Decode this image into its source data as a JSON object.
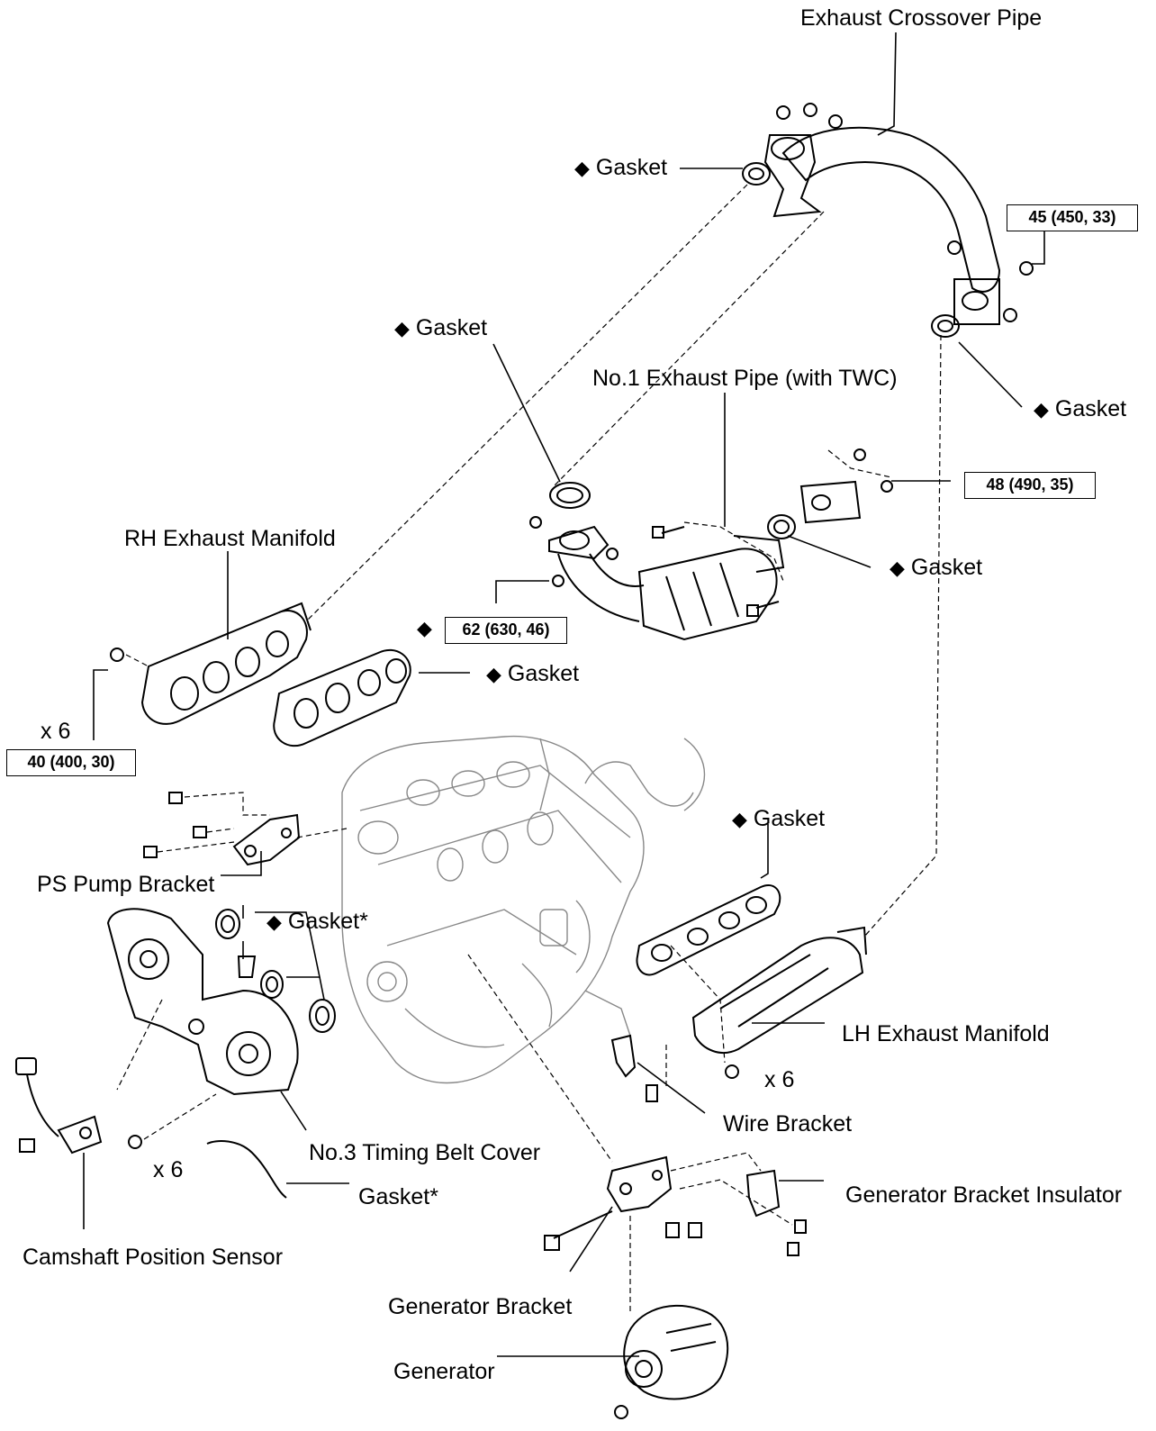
{
  "labels": {
    "exhaust_crossover_pipe": "Exhaust Crossover Pipe",
    "gasket": "Gasket",
    "gasket_star": "Gasket*",
    "no1_exhaust_pipe": "No.1 Exhaust Pipe (with TWC)",
    "rh_exhaust_manifold": "RH Exhaust Manifold",
    "lh_exhaust_manifold": "LH Exhaust Manifold",
    "ps_pump_bracket": "PS Pump Bracket",
    "no3_timing_belt_cover": "No.3 Timing Belt Cover",
    "camshaft_position_sensor": "Camshaft Position Sensor",
    "wire_bracket": "Wire Bracket",
    "generator_bracket_insulator": "Generator Bracket Insulator",
    "generator_bracket": "Generator Bracket",
    "generator": "Generator",
    "x6": "x 6"
  },
  "torques": {
    "crossover": "45 (450, 33)",
    "exhaust_pipe_flange": "48 (490, 35)",
    "exhaust_pipe_front": "62 (630, 46)",
    "rh_manifold": "40 (400, 30)"
  },
  "symbols": {
    "non_reusable": "◆"
  },
  "icons": {
    "non_reusable_marker": "diamond-icon"
  }
}
